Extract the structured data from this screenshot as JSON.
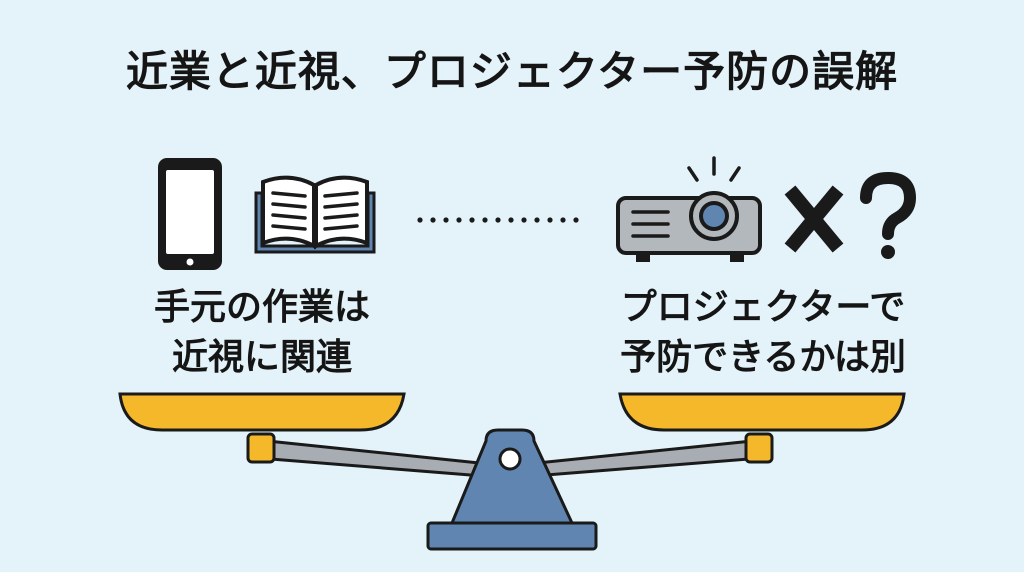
{
  "title": "近業と近視、プロジェクター予防の誤解",
  "left_caption": {
    "line1": "手元の作業は",
    "line2": "近視に関連"
  },
  "right_caption": {
    "line1": "プロジェクターで",
    "line2": "予防できるかは別"
  },
  "icons": {
    "left": [
      "smartphone-icon",
      "open-book-icon"
    ],
    "right": [
      "projector-icon",
      "cross-mark-icon",
      "question-mark-icon"
    ],
    "base": "balance-scale-icon"
  },
  "colors": {
    "background": "#e3f3f9",
    "pan": "#f5b82a",
    "scale_body": "#5f85b0",
    "beam": "#a8adb3",
    "text": "#151515"
  }
}
